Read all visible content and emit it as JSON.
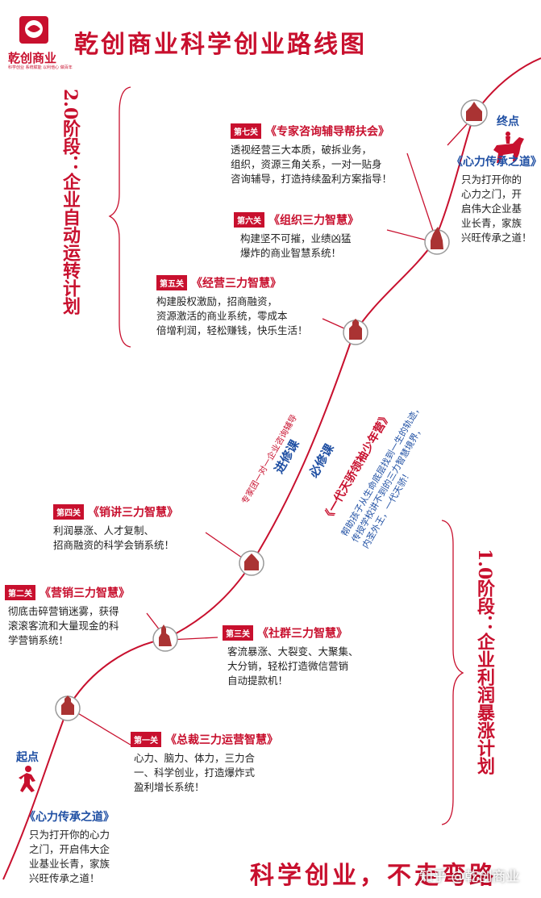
{
  "header": {
    "title": "乾创商业科学创业路线图",
    "logo_text": "乾创商业",
    "logo_slogan": "科学创业 系统赋能 以利他心 做百年"
  },
  "stages": {
    "stage2": "2.0阶段：企业自动运转计划",
    "stage1": "1.0阶段：企业利润暴涨计划"
  },
  "markers": {
    "start": "起点",
    "end": "终点"
  },
  "start_panel": {
    "heading": "《心力传承之道》",
    "body": "只为打开你的心力\n之门，开启伟大企\n业基业长青，家族\n兴旺传承之道！"
  },
  "end_panel": {
    "heading": "《心力传承之道》",
    "body": "只为打开你的\n心力之门，开\n启伟大企业基\n业长青，家族\n兴旺传承之道！"
  },
  "levels": [
    {
      "badge": "第一关",
      "title": "《总裁三力运营智慧》",
      "desc": "心力、脑力、体力，三力合\n一、科学创业，打造爆炸式\n盈利增长系统！"
    },
    {
      "badge": "第二关",
      "title": "《营销三力智慧》",
      "desc": "彻底击碎营销迷雾，获得\n滚滚客流和大量现金的科\n学营销系统！"
    },
    {
      "badge": "第三关",
      "title": "《社群三力智慧》",
      "desc": "客流暴涨、大裂变、大聚集、\n大分销，轻松打造微信营销\n自动提款机！"
    },
    {
      "badge": "第四关",
      "title": "《销讲三力智慧》",
      "desc": "利润暴涨、人才复制、\n招商融资的科学会销系统！"
    },
    {
      "badge": "第五关",
      "title": "《经营三力智慧》",
      "desc": "构建股权激励，招商融资，\n资源激活的商业系统，零成本\n倍增利润，轻松赚钱，快乐生活！"
    },
    {
      "badge": "第六关",
      "title": "《组织三力智慧》",
      "desc": "构建坚不可摧，业绩凶猛\n爆炸的商业智慧系统！"
    },
    {
      "badge": "第七关",
      "title": "《专家咨询辅导帮扶会》",
      "desc": "透视经营三大本质，破拆业务，\n组织，资源三角关系，一对一贴身\n咨询辅导，打造持续盈利方案指导！"
    }
  ],
  "advanced": {
    "label": "进修课",
    "desc": "专家团一对一企业咨询辅导"
  },
  "required": {
    "label": "必修课",
    "course": "《一代天骄领袖少年营》",
    "desc": "帮助孩子从生命底层找到一生的轨迹，\n传授学校讲不到的三力智慧境界，\n内圣外王，一代天骄！"
  },
  "footer": {
    "slogan": "科学创业，不走弯路",
    "watermark": "知乎 @乾创商业"
  },
  "colors": {
    "accent": "#c8102e",
    "blue": "#1f4fa3"
  },
  "icons": [
    "building-icon",
    "runner-icon",
    "horse-rider-icon",
    "lion-logo-icon"
  ]
}
